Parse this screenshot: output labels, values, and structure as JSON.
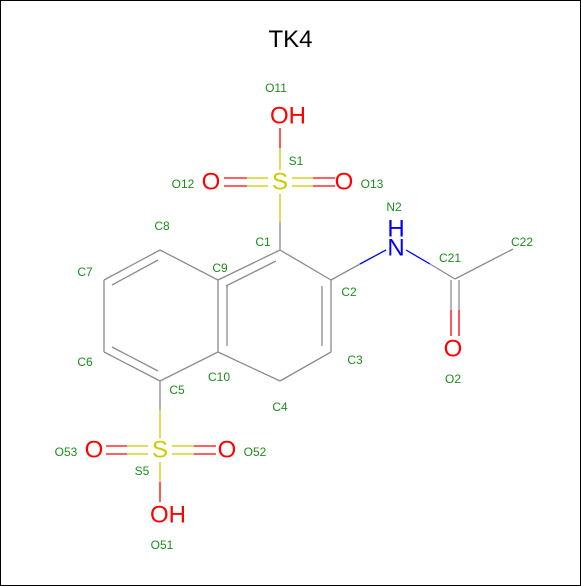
{
  "title": "TK4",
  "colors": {
    "bond": "#8c8c8c",
    "sulfur": "#cccc00",
    "oxygen": "#ff0000",
    "nitrogen": "#0000ff",
    "atom_label": "#1a8f1a",
    "background": "#ffffff"
  },
  "element_symbols": {
    "oh_top": "OH",
    "s_top": "S",
    "o12": "O",
    "o13": "O",
    "nh_n": "N",
    "nh_h": "H",
    "o2": "O",
    "s_bottom": "S",
    "o53": "O",
    "o52": "O",
    "oh_bottom": "OH"
  },
  "atom_labels": {
    "O11": "O11",
    "S1": "S1",
    "O12": "O12",
    "O13": "O13",
    "N2": "N2",
    "C22": "C22",
    "C21": "C21",
    "C8": "C8",
    "C1": "C1",
    "C7": "C7",
    "C9": "C9",
    "C2": "C2",
    "C6": "C6",
    "C3": "C3",
    "O2": "O2",
    "C5": "C5",
    "C10": "C10",
    "C4": "C4",
    "O53": "O53",
    "O52": "O52",
    "S5": "S5",
    "O51": "O51"
  }
}
